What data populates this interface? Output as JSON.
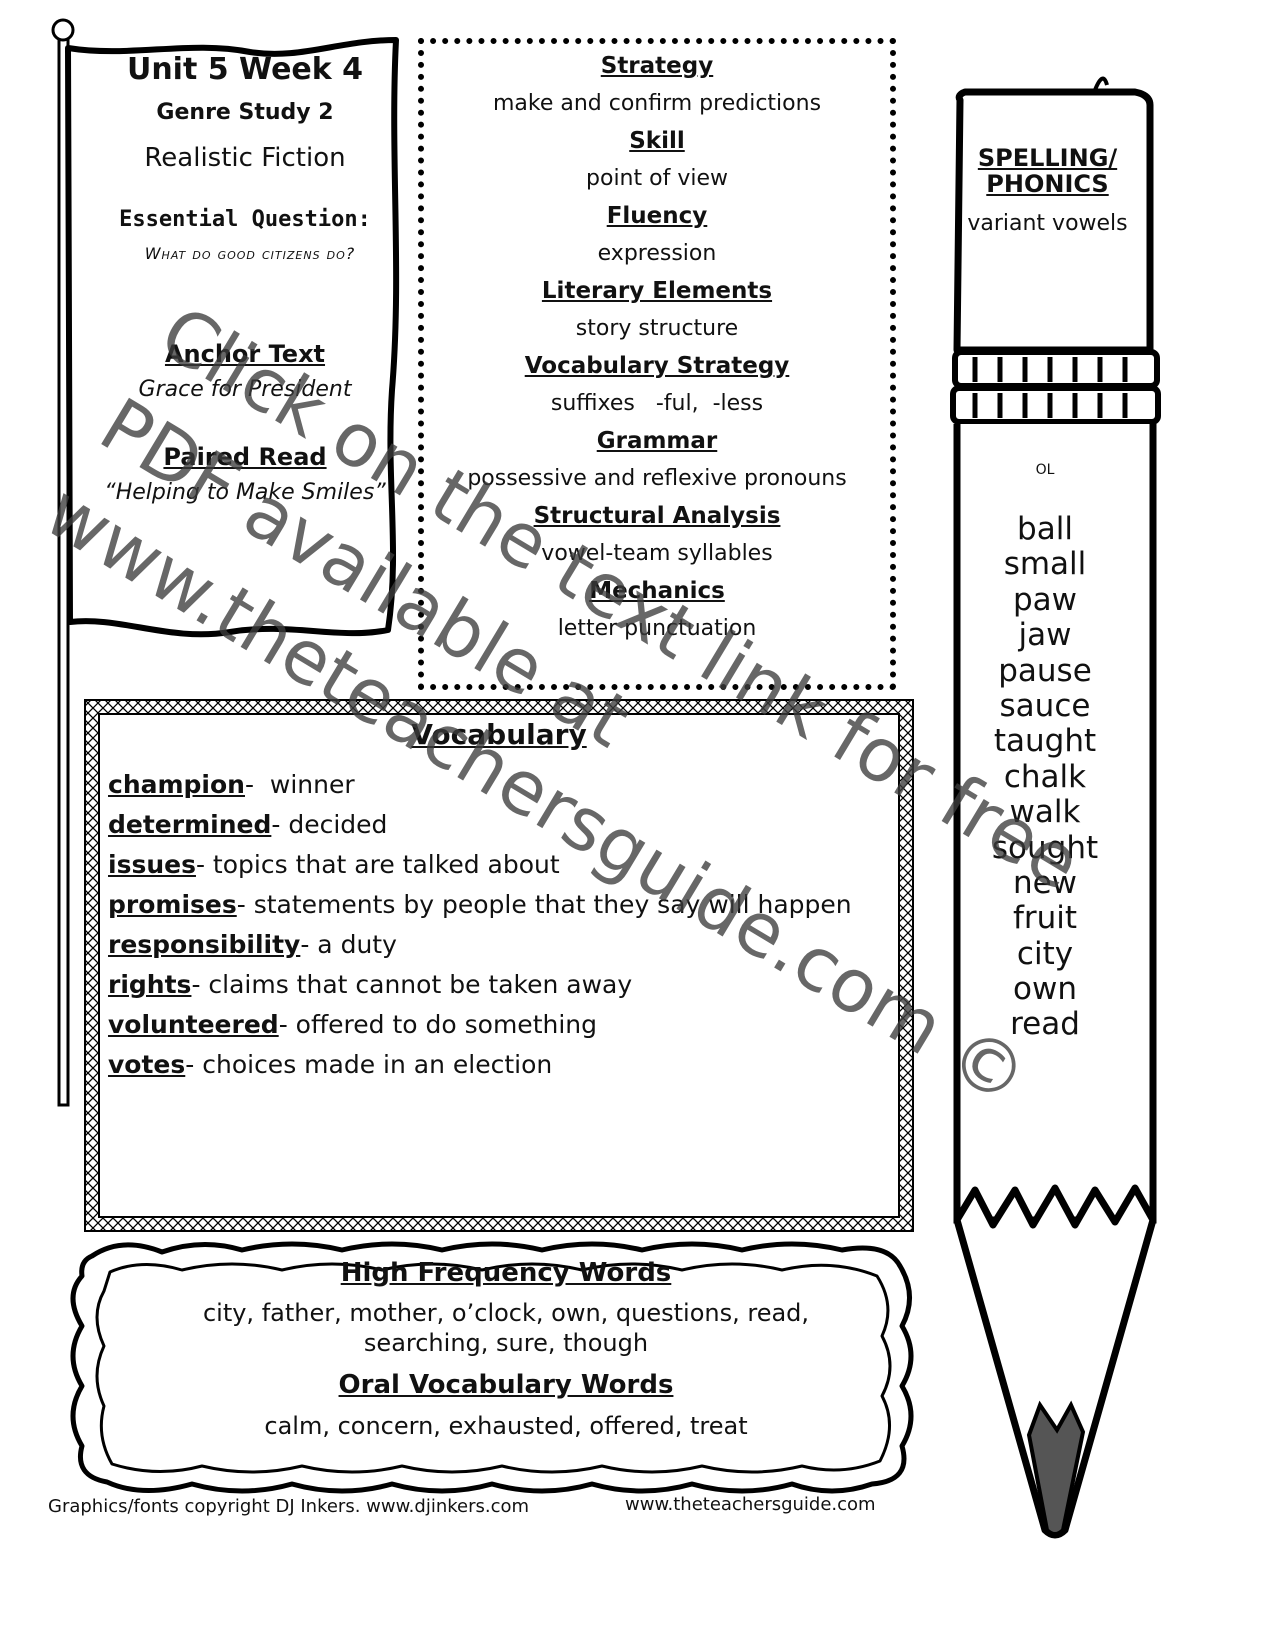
{
  "flag": {
    "unit_title": "Unit 5 Week 4",
    "genre_study": "Genre Study 2",
    "genre": "Realistic Fiction",
    "essential_question_label": "Essential Question:",
    "essential_question": "What do good citizens do?",
    "anchor_text_label": "Anchor Text",
    "anchor_text": "Grace for President",
    "paired_read_label": "Paired Read",
    "paired_read": "“Helping to Make Smiles”"
  },
  "strategy_box": {
    "items": [
      {
        "heading": "Strategy",
        "value": "make and confirm predictions"
      },
      {
        "heading": "Skill",
        "value": "point of view"
      },
      {
        "heading": "Fluency",
        "value": "expression"
      },
      {
        "heading": "Literary Elements",
        "value": "story structure"
      },
      {
        "heading": "Vocabulary Strategy",
        "value": "suffixes   -ful,  -less"
      },
      {
        "heading": "Grammar",
        "value": "possessive and reflexive pronouns"
      },
      {
        "heading": "Structural Analysis",
        "value": "vowel-team syllables"
      },
      {
        "heading": "Mechanics",
        "value": "letter punctuation"
      }
    ]
  },
  "pencil": {
    "heading": "SPELLING/ PHONICS",
    "subheading": "variant vowels",
    "level": "OL",
    "words": [
      "ball",
      "small",
      "paw",
      "jaw",
      "pause",
      "sauce",
      "taught",
      "chalk",
      "walk",
      "sought",
      "new",
      "fruit",
      "city",
      "own",
      "read"
    ]
  },
  "vocabulary": {
    "title": "Vocabulary",
    "items": [
      {
        "term": "champion",
        "definition": "-  winner"
      },
      {
        "term": "determined",
        "definition": "- decided"
      },
      {
        "term": "issues",
        "definition": "- topics that are talked about"
      },
      {
        "term": "promises",
        "definition": "- statements by people that they say will happen"
      },
      {
        "term": "responsibility",
        "definition": "- a duty"
      },
      {
        "term": "rights",
        "definition": "- claims that cannot be taken away"
      },
      {
        "term": "volunteered",
        "definition": "- offered to do something"
      },
      {
        "term": "votes",
        "definition": "- choices made in an election"
      }
    ]
  },
  "high_frequency": {
    "title": "High Frequency Words",
    "words": "city, father, mother, o’clock, own, questions, read, searching, sure, though"
  },
  "oral_vocabulary": {
    "title": "Oral Vocabulary Words",
    "words": "calm, concern, exhausted, offered, treat"
  },
  "footer": {
    "left": "Graphics/fonts copyright DJ Inkers. www.djinkers.com",
    "right": "www.theteachersguide.com"
  },
  "watermark": {
    "line1": "Click on the text link for free",
    "line2": "PDF available at",
    "line3": "www.theteachersguide.com ©"
  }
}
